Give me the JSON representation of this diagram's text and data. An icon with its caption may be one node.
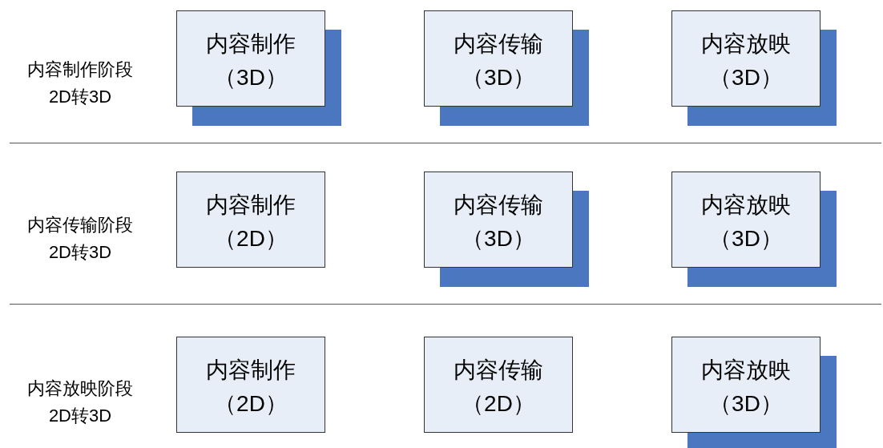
{
  "diagram": {
    "nodes": [
      {
        "text": [
          "内容制作",
          "（3D）"
        ]
      },
      {
        "text": [
          "内容传输",
          "（3D）"
        ]
      },
      {
        "text": [
          "内容放映",
          "（3D）"
        ]
      },
      {
        "text": [
          "内容制作",
          "（2D）"
        ]
      },
      {
        "text": [
          "内容传输",
          "（3D）"
        ]
      },
      {
        "text": [
          "内容放映",
          "（3D）"
        ]
      },
      {
        "text": [
          "内容制作",
          "（2D）"
        ]
      },
      {
        "text": [
          "内容传输",
          "（2D）"
        ]
      },
      {
        "text": [
          "内容放映",
          "（3D）"
        ]
      }
    ],
    "edges": [],
    "labels": [
      "内容制作阶段",
      "2D转3D",
      "内容传输阶段",
      "2D转3D",
      "内容放映阶段",
      "2D转3D"
    ]
  }
}
